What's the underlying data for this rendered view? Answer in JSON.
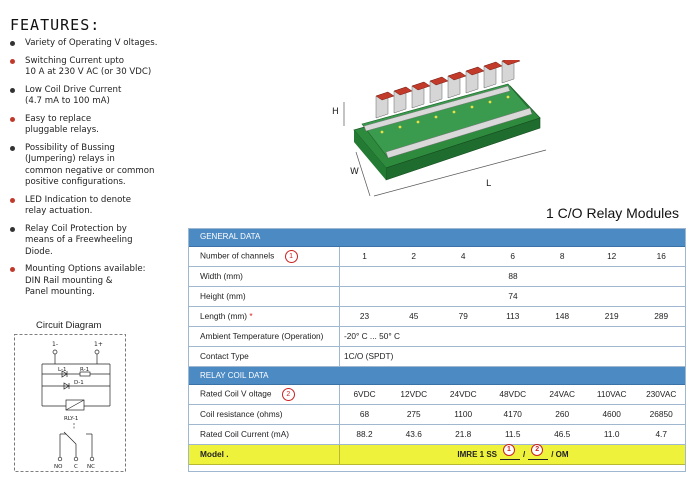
{
  "features": {
    "title": "FEATURES:",
    "items": [
      {
        "lines": [
          "Variety of Operating V    oltages."
        ]
      },
      {
        "lines": [
          "Switching Current upto",
          "10  A at 230 V  AC (or 30 VDC)"
        ]
      },
      {
        "lines": [
          "Low Coil Drive Current",
          "(4.7 mA   to 100 mA)"
        ]
      },
      {
        "lines": [
          "Easy to replace",
          "pluggable relays."
        ]
      },
      {
        "lines": [
          "Possibility of Bussing",
          "(Jumpering) relays in",
          "common negative or common",
          "positive configurations."
        ]
      },
      {
        "lines": [
          "LED Indication to denote",
          "relay actuation."
        ]
      },
      {
        "lines": [
          "Relay Coil Protection by",
          "means of a Freewheeling",
          "Diode."
        ]
      },
      {
        "lines": [
          "Mounting Options available:",
          "DIN Rail mounting &",
          "Panel mounting."
        ]
      }
    ],
    "bullet_colors": [
      "#333333",
      "#c0392b",
      "#333333",
      "#c0392b",
      "#333333",
      "#c0392b",
      "#333333",
      "#c0392b"
    ]
  },
  "circuit": {
    "title": "Circuit Diagram",
    "labels": {
      "neg": "1-",
      "pos": "1+",
      "led": "L-1",
      "res": "R-1",
      "diode": "D-1",
      "relay": "RLY-1",
      "no": "NO",
      "c": "C",
      "nc": "NC"
    }
  },
  "product": {
    "dim_h": "H",
    "dim_w": "W",
    "dim_l": "L"
  },
  "section_title": "1 C/O Relay Modules",
  "table": {
    "general_header": "GENERAL DATA",
    "channels_label": "Number of channels",
    "channels_note": "1",
    "channels": [
      "1",
      "2",
      "4",
      "6",
      "8",
      "12",
      "16"
    ],
    "width_label": "Width (mm)",
    "width_value": "88",
    "height_label": "Height (mm)",
    "height_value": "74",
    "length_label": "Length (mm)",
    "length_star": "*",
    "length": [
      "23",
      "45",
      "79",
      "113",
      "148",
      "219",
      "289"
    ],
    "ambient_label": "Ambient Temperature (Operation)",
    "ambient_value": "-20° C ... 50° C",
    "contact_label": "Contact Type",
    "contact_value": "1C/O  (SPDT)",
    "coil_header": "RELAY COIL DATA",
    "voltage_label": "Rated Coil V oltage",
    "voltage_note": "2",
    "voltages": [
      "6VDC",
      "12VDC",
      "24VDC",
      "48VDC",
      "24VAC",
      "110VAC",
      "230VAC"
    ],
    "resistance_label": "Coil resistance (ohms)",
    "resistance": [
      "68",
      "275",
      "1100",
      "4170",
      "260",
      "4600",
      "26850"
    ],
    "current_label": "Rated Coil Current (mA)",
    "current": [
      "88.2",
      "43.6",
      "21.8",
      "11.5",
      "46.5",
      "11.0",
      "4.7"
    ],
    "model_label": "Model .",
    "model_prefix": "IMRE 1 SS",
    "model_note1": "1",
    "model_sep": "/",
    "model_note2": "2",
    "model_suffix": "/ OM"
  }
}
